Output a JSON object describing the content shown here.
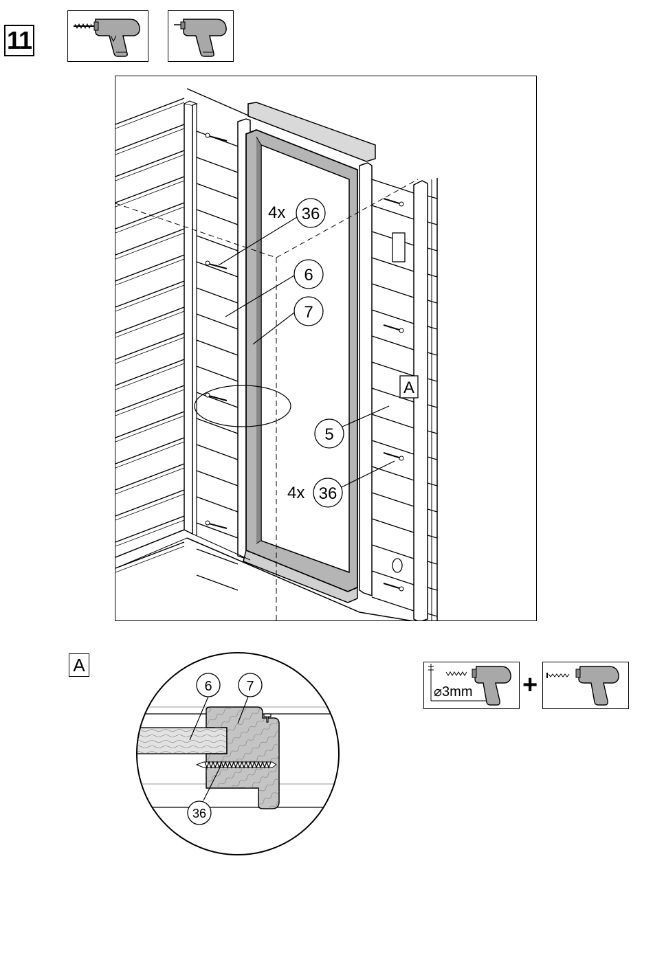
{
  "step": {
    "number": "11"
  },
  "tools_top": [
    {
      "name": "drill-bit-icon"
    },
    {
      "name": "screwdriver-drill-icon"
    }
  ],
  "main": {
    "callouts": [
      {
        "label": "36",
        "qty": "4x"
      },
      {
        "label": "6"
      },
      {
        "label": "7"
      },
      {
        "label": "5"
      },
      {
        "label": "36",
        "qty": "4x"
      }
    ],
    "detail_ref": "A"
  },
  "detail": {
    "label": "A",
    "callouts": [
      "6",
      "7",
      "36"
    ]
  },
  "tools_bottom": {
    "drill_spec": "⌀3mm",
    "plus": "+"
  },
  "colors": {
    "line": "#000000",
    "gray_fill": "#b0b0b0",
    "light_gray": "#d9d9d9"
  }
}
